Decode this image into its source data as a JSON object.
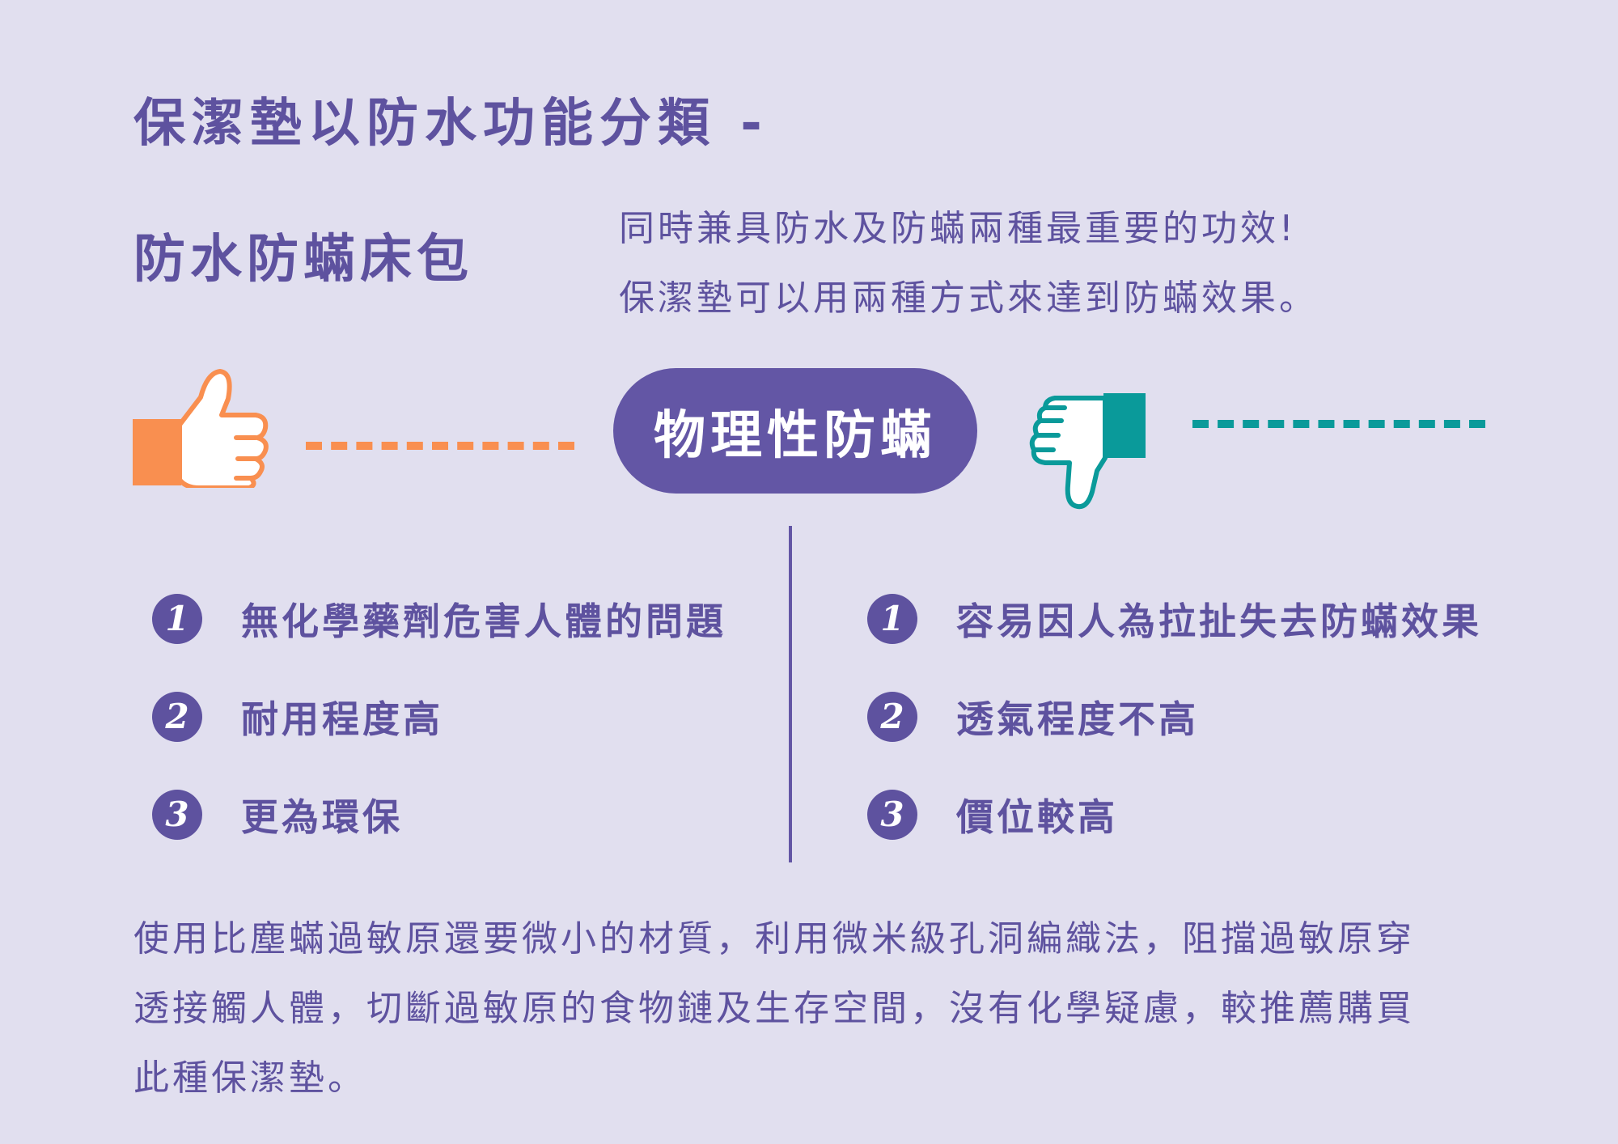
{
  "title": "保潔墊以防水功能分類 -",
  "subtitle": "防水防蟎床包",
  "intro": {
    "line1": "同時兼具防水及防蟎兩種最重要的功效!",
    "line2": "保潔墊可以用兩種方式來達到防蟎效果。"
  },
  "center_label": "物理性防蟎",
  "icons": {
    "pros": "thumbs-up-icon",
    "cons": "thumbs-down-icon"
  },
  "colors": {
    "background": "#e1dfef",
    "primary": "#6356a5",
    "orange": "#f98f50",
    "teal": "#0a9a9a"
  },
  "pros": [
    {
      "num": "1",
      "text": "無化學藥劑危害人體的問題"
    },
    {
      "num": "2",
      "text": "耐用程度高"
    },
    {
      "num": "3",
      "text": "更為環保"
    }
  ],
  "cons": [
    {
      "num": "1",
      "text": "容易因人為拉扯失去防蟎效果"
    },
    {
      "num": "2",
      "text": "透氣程度不高"
    },
    {
      "num": "3",
      "text": "價位較高"
    }
  ],
  "footer": {
    "line1": "使用比塵蟎過敏原還要微小的材質，利用微米級孔洞編織法，阻擋過敏原穿",
    "line2": "透接觸人體，切斷過敏原的食物鏈及生存空間，沒有化學疑慮，較推薦購買",
    "line3": "此種保潔墊。"
  }
}
